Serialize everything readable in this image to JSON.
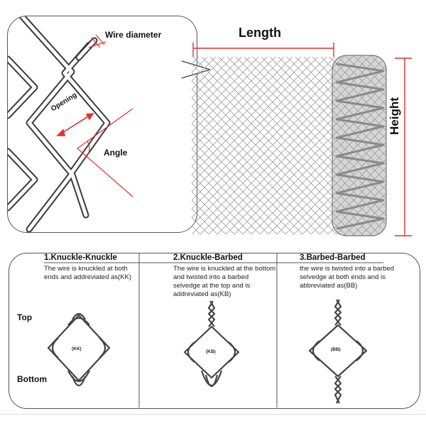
{
  "labels": {
    "length": "Length",
    "height": "Height",
    "wire_diameter": "Wire diameter",
    "opening": "Opening",
    "angle": "Angle",
    "top": "Top",
    "bottom": "Bottom"
  },
  "types": [
    {
      "title": "1.Knuckle-Knuckle",
      "description": "The wire is knuckled at both ends and addreviated as(KK)",
      "code": "(KK)"
    },
    {
      "title": "2.Knuckle-Barbed",
      "description": "The wire is knuckled at the bottom and twisted into a barbed selvedge at the top and is addreviated as(KB)",
      "code": "(KB)"
    },
    {
      "title": "3.Barbed-Barbed",
      "description": "the wire is twisted into a barbed selvedge at both ends and is abbreviated as(BB)",
      "code": "(BB)"
    }
  ],
  "colors": {
    "dimension_line": "#e03030",
    "wire": "#3a3a3a",
    "mesh": "#9a9a9a",
    "border": "#555555"
  }
}
